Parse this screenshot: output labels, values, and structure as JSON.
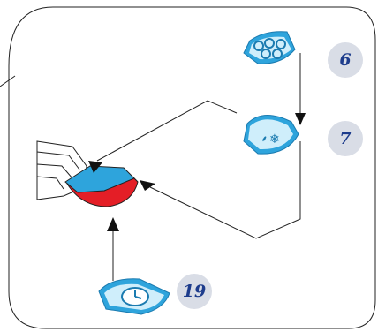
{
  "steps": [
    {
      "number": "6",
      "icon": "spin-speed-icon"
    },
    {
      "number": "7",
      "icon": "fan-snowflake-icon"
    },
    {
      "number": "19",
      "icon": "timer-dial-icon"
    }
  ],
  "colors": {
    "icon_blue": "#2ea4dc",
    "icon_light": "#cfeefb",
    "number_text": "#1d3c8c",
    "number_bg": "#d9dde6",
    "knob_top": "#2ea4dc",
    "knob_bottom": "#e41e26"
  }
}
